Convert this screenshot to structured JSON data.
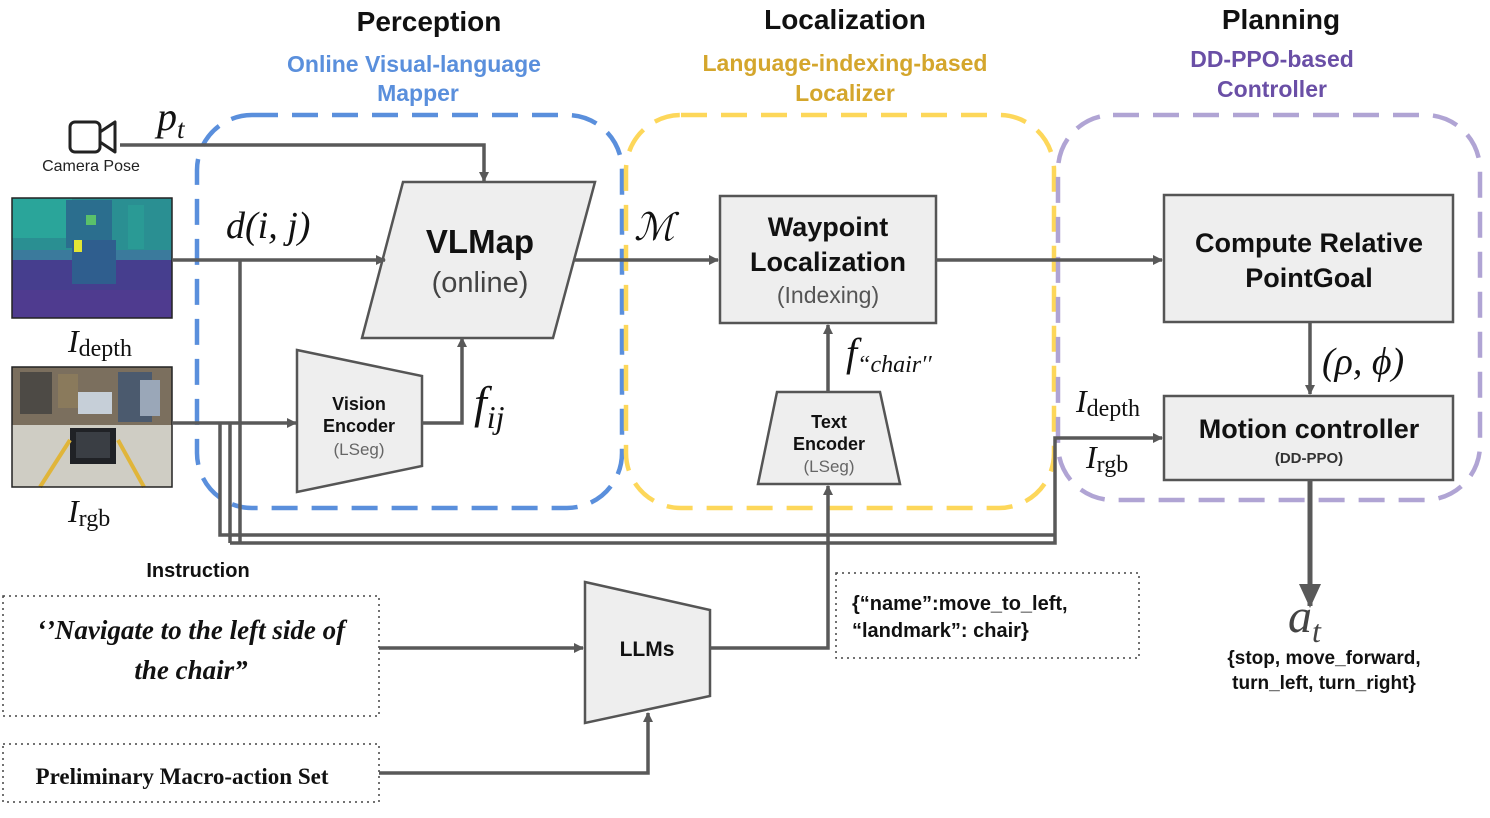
{
  "sections": {
    "perception": {
      "title": "Perception",
      "subtitle1": "Online Visual-language",
      "subtitle2": "Mapper",
      "color": "#5a8fdc"
    },
    "localization": {
      "title": "Localization",
      "subtitle1": "Language-indexing-based",
      "subtitle2": "Localizer",
      "color": "#d4a62c",
      "dash_color": "#fdd75a"
    },
    "planning": {
      "title": "Planning",
      "subtitle1": "DD-PPO-based",
      "subtitle2": "Controller",
      "color": "#6a4fa6",
      "dash_color": "#b0a4d4"
    }
  },
  "inputs": {
    "camera_label": "Camera Pose",
    "pose_var": "p",
    "pose_sub": "t",
    "depth_coord": "d(i, j)",
    "depth_var": "I",
    "depth_sub": "depth",
    "rgb_var": "I",
    "rgb_sub": "rgb"
  },
  "nodes": {
    "vlmap": {
      "title": "VLMap",
      "sub": "(online)"
    },
    "vision_encoder": {
      "line1": "Vision",
      "line2": "Encoder",
      "sub": "(LSeg)"
    },
    "waypoint": {
      "line1": "Waypoint",
      "line2": "Localization",
      "sub": "(Indexing)"
    },
    "text_encoder": {
      "line1": "Text",
      "line2": "Encoder",
      "sub": "(LSeg)"
    },
    "relative": {
      "line1": "Compute Relative",
      "line2": "PointGoal"
    },
    "motion": {
      "title": "Motion controller",
      "sub": "(DD-PPO)"
    },
    "llms": {
      "label": "LLMs"
    }
  },
  "edge_labels": {
    "map_var": "ℳ",
    "feature_var": "f",
    "feature_sub": "ij",
    "text_feature_var": "f",
    "text_feature_sub": "“chair′′",
    "polar": "(ρ, ϕ)",
    "planner_depth_var": "I",
    "planner_depth_sub": "depth",
    "planner_rgb_var": "I",
    "planner_rgb_sub": "rgb",
    "action_var": "a",
    "action_sub": "t"
  },
  "instruction": {
    "heading": "Instruction",
    "line1": "‘’Navigate to the left side of",
    "line2": "the chair”"
  },
  "macro_set": {
    "label": "Preliminary Macro-action  Set"
  },
  "llm_output": {
    "line1": "{“name”:move_to_left,",
    "line2": "“landmark”: chair}"
  },
  "actions": {
    "line1": "{stop, move_forward,",
    "line2": "turn_left, turn_right}"
  },
  "colors": {
    "box_fill": "#eeeeee",
    "stroke": "#555555",
    "arrow": "#595959",
    "text": "#111111"
  }
}
